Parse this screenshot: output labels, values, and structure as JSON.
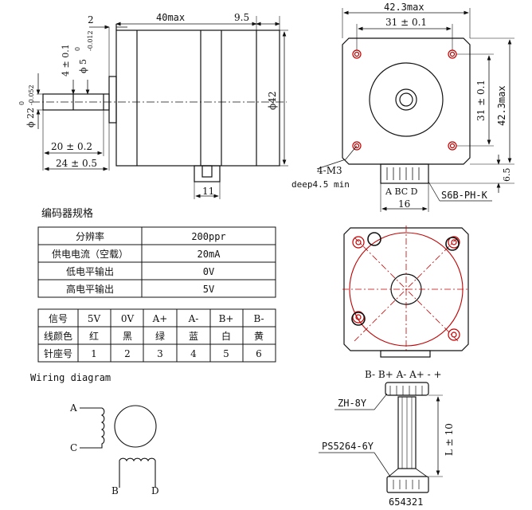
{
  "side_view": {
    "dim_2": "2",
    "dim_40max": "40max",
    "dim_9_5": "9.5",
    "dim_4": "4 ± 0.1",
    "dim_5": "ϕ 5",
    "dim_5_tol_upper": "0",
    "dim_5_tol_lower": "-0.012",
    "dim_22": "ϕ 22",
    "dim_22_tol_upper": "0",
    "dim_22_tol_lower": "-0.052",
    "dim_20": "20 ± 0.2",
    "dim_24": "24 ± 0.5",
    "dim_phi42": "ϕ42",
    "dim_11": "11"
  },
  "front_view": {
    "dim_42_3max": "42.3max",
    "dim_31": "31 ± 0.1",
    "dim_31_v": "31 ± 0.1",
    "dim_42_3max_v": "42.3max",
    "dim_6_5": "6.5",
    "note_m3": "4-M3",
    "note_deep": "deep4.5 min",
    "connector_pins": "A BC D",
    "dim_16": "16",
    "connector_part": "S6B-PH-K"
  },
  "encoder_spec": {
    "title": "编码器规格",
    "rows": [
      {
        "label": "分辨率",
        "value": "200ppr"
      },
      {
        "label": "供电电流（空载）",
        "value": "20mA"
      },
      {
        "label": "低电平输出",
        "value": "0V"
      },
      {
        "label": "高电平输出",
        "value": "5V"
      }
    ]
  },
  "pin_table": {
    "headers": [
      "信号",
      "5V",
      "0V",
      "A+",
      "A-",
      "B+",
      "B-"
    ],
    "color_row": [
      "线颜色",
      "红",
      "黑",
      "绿",
      "蓝",
      "白",
      "黄"
    ],
    "pin_row": [
      "针座号",
      "1",
      "2",
      "3",
      "4",
      "5",
      "6"
    ]
  },
  "wiring": {
    "title": "Wiring diagram",
    "label_a": "A",
    "label_c": "C",
    "label_b": "B",
    "label_d": "D"
  },
  "encoder_view": {
    "signal_labels": "B- B+ A- A+ - +",
    "connector_top": "ZH-8Y",
    "connector_bottom": "PS5264-6Y",
    "cable_length": "L ± 10",
    "pin_numbers": "654321"
  }
}
